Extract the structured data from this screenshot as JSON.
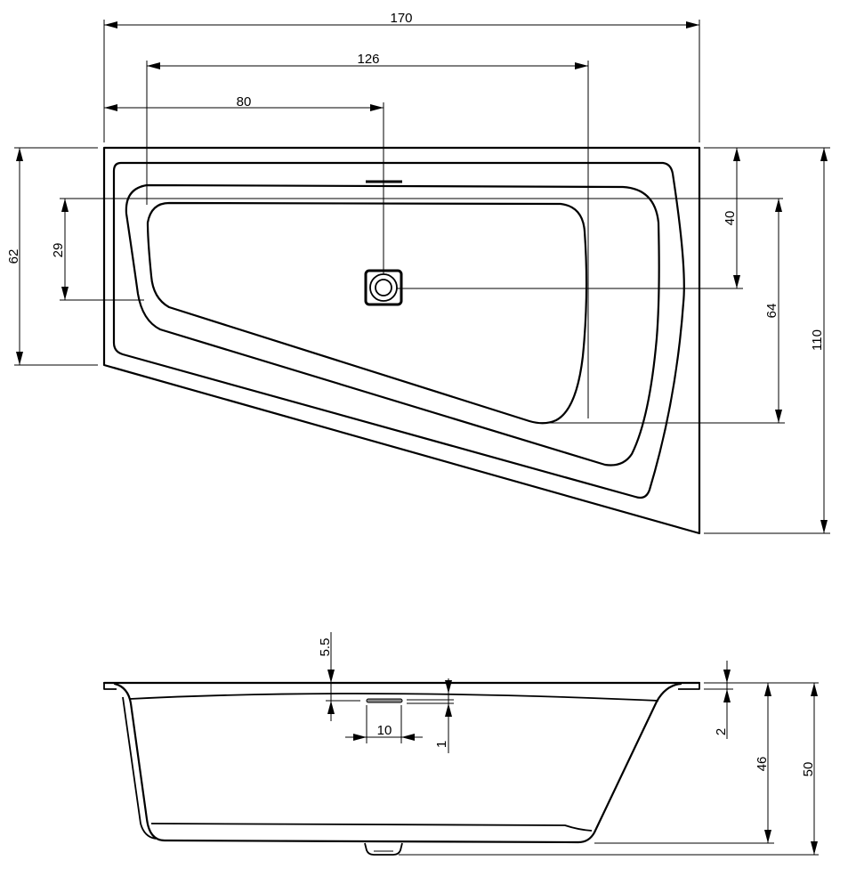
{
  "drawing": {
    "top_view": {
      "dimensions": {
        "overall_length": "170",
        "inner_length": "126",
        "drain_from_left": "80",
        "left_side_height": "62",
        "inner_left_height": "29",
        "drain_from_top": "40",
        "inner_right_height": "64",
        "overall_width": "110"
      }
    },
    "side_view": {
      "dimensions": {
        "overflow_from_rim": "5.5",
        "overflow_slot_length": "10",
        "overflow_offset": "1",
        "rim_thickness": "2",
        "inner_depth": "46",
        "overall_height": "50"
      }
    },
    "colors": {
      "line": "#000000",
      "background": "#ffffff"
    }
  }
}
